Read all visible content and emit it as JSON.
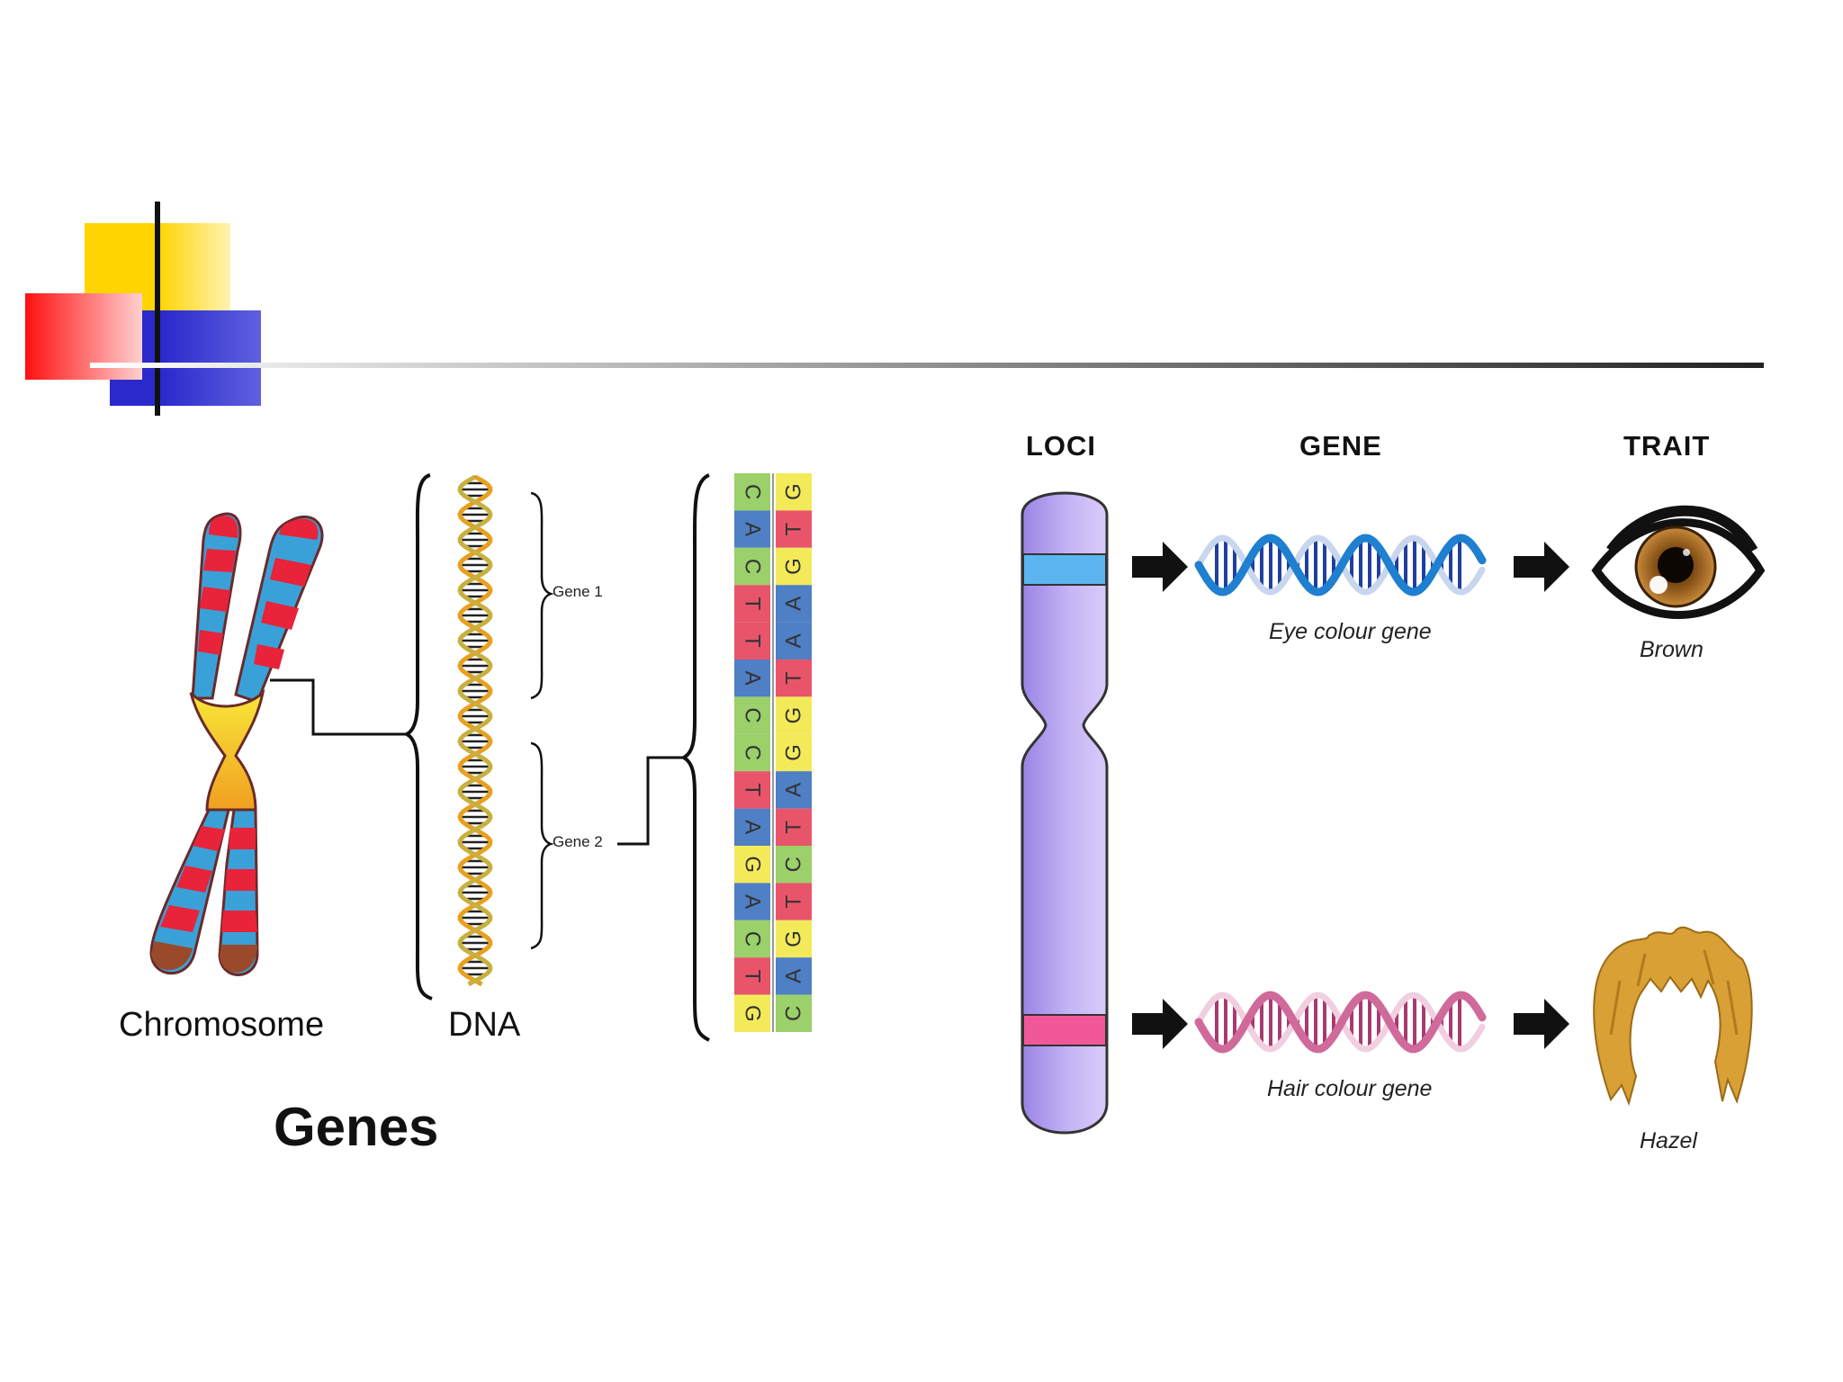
{
  "left_panel": {
    "chromosome_label": "Chromosome",
    "dna_label": "DNA",
    "gene1_label": "Gene 1",
    "gene2_label": "Gene 2",
    "title": "Genes",
    "sequence_left": [
      "C",
      "A",
      "C",
      "T",
      "T",
      "A",
      "C",
      "C",
      "T",
      "A",
      "G",
      "A",
      "C",
      "T",
      "G"
    ],
    "sequence_right": [
      "G",
      "T",
      "G",
      "A",
      "A",
      "T",
      "G",
      "G",
      "A",
      "T",
      "C",
      "T",
      "G",
      "A",
      "C"
    ]
  },
  "right_panel": {
    "headers": {
      "loci": "LOCI",
      "gene": "GENE",
      "trait": "TRAIT"
    },
    "rows": [
      {
        "gene_caption": "Eye colour gene",
        "trait_caption": "Brown"
      },
      {
        "gene_caption": "Hair colour gene",
        "trait_caption": "Hazel"
      }
    ]
  },
  "colors": {
    "base_A": "#4f7fc4",
    "base_T": "#e8556a",
    "base_C": "#9bd06a",
    "base_G": "#f3ea5a",
    "loci_band_eye": "#5bb5f0",
    "loci_band_hair": "#f0589a",
    "chromosome_body": "#b8a6ee",
    "hair": "#d8a035",
    "eye_iris": "#8a5418"
  }
}
